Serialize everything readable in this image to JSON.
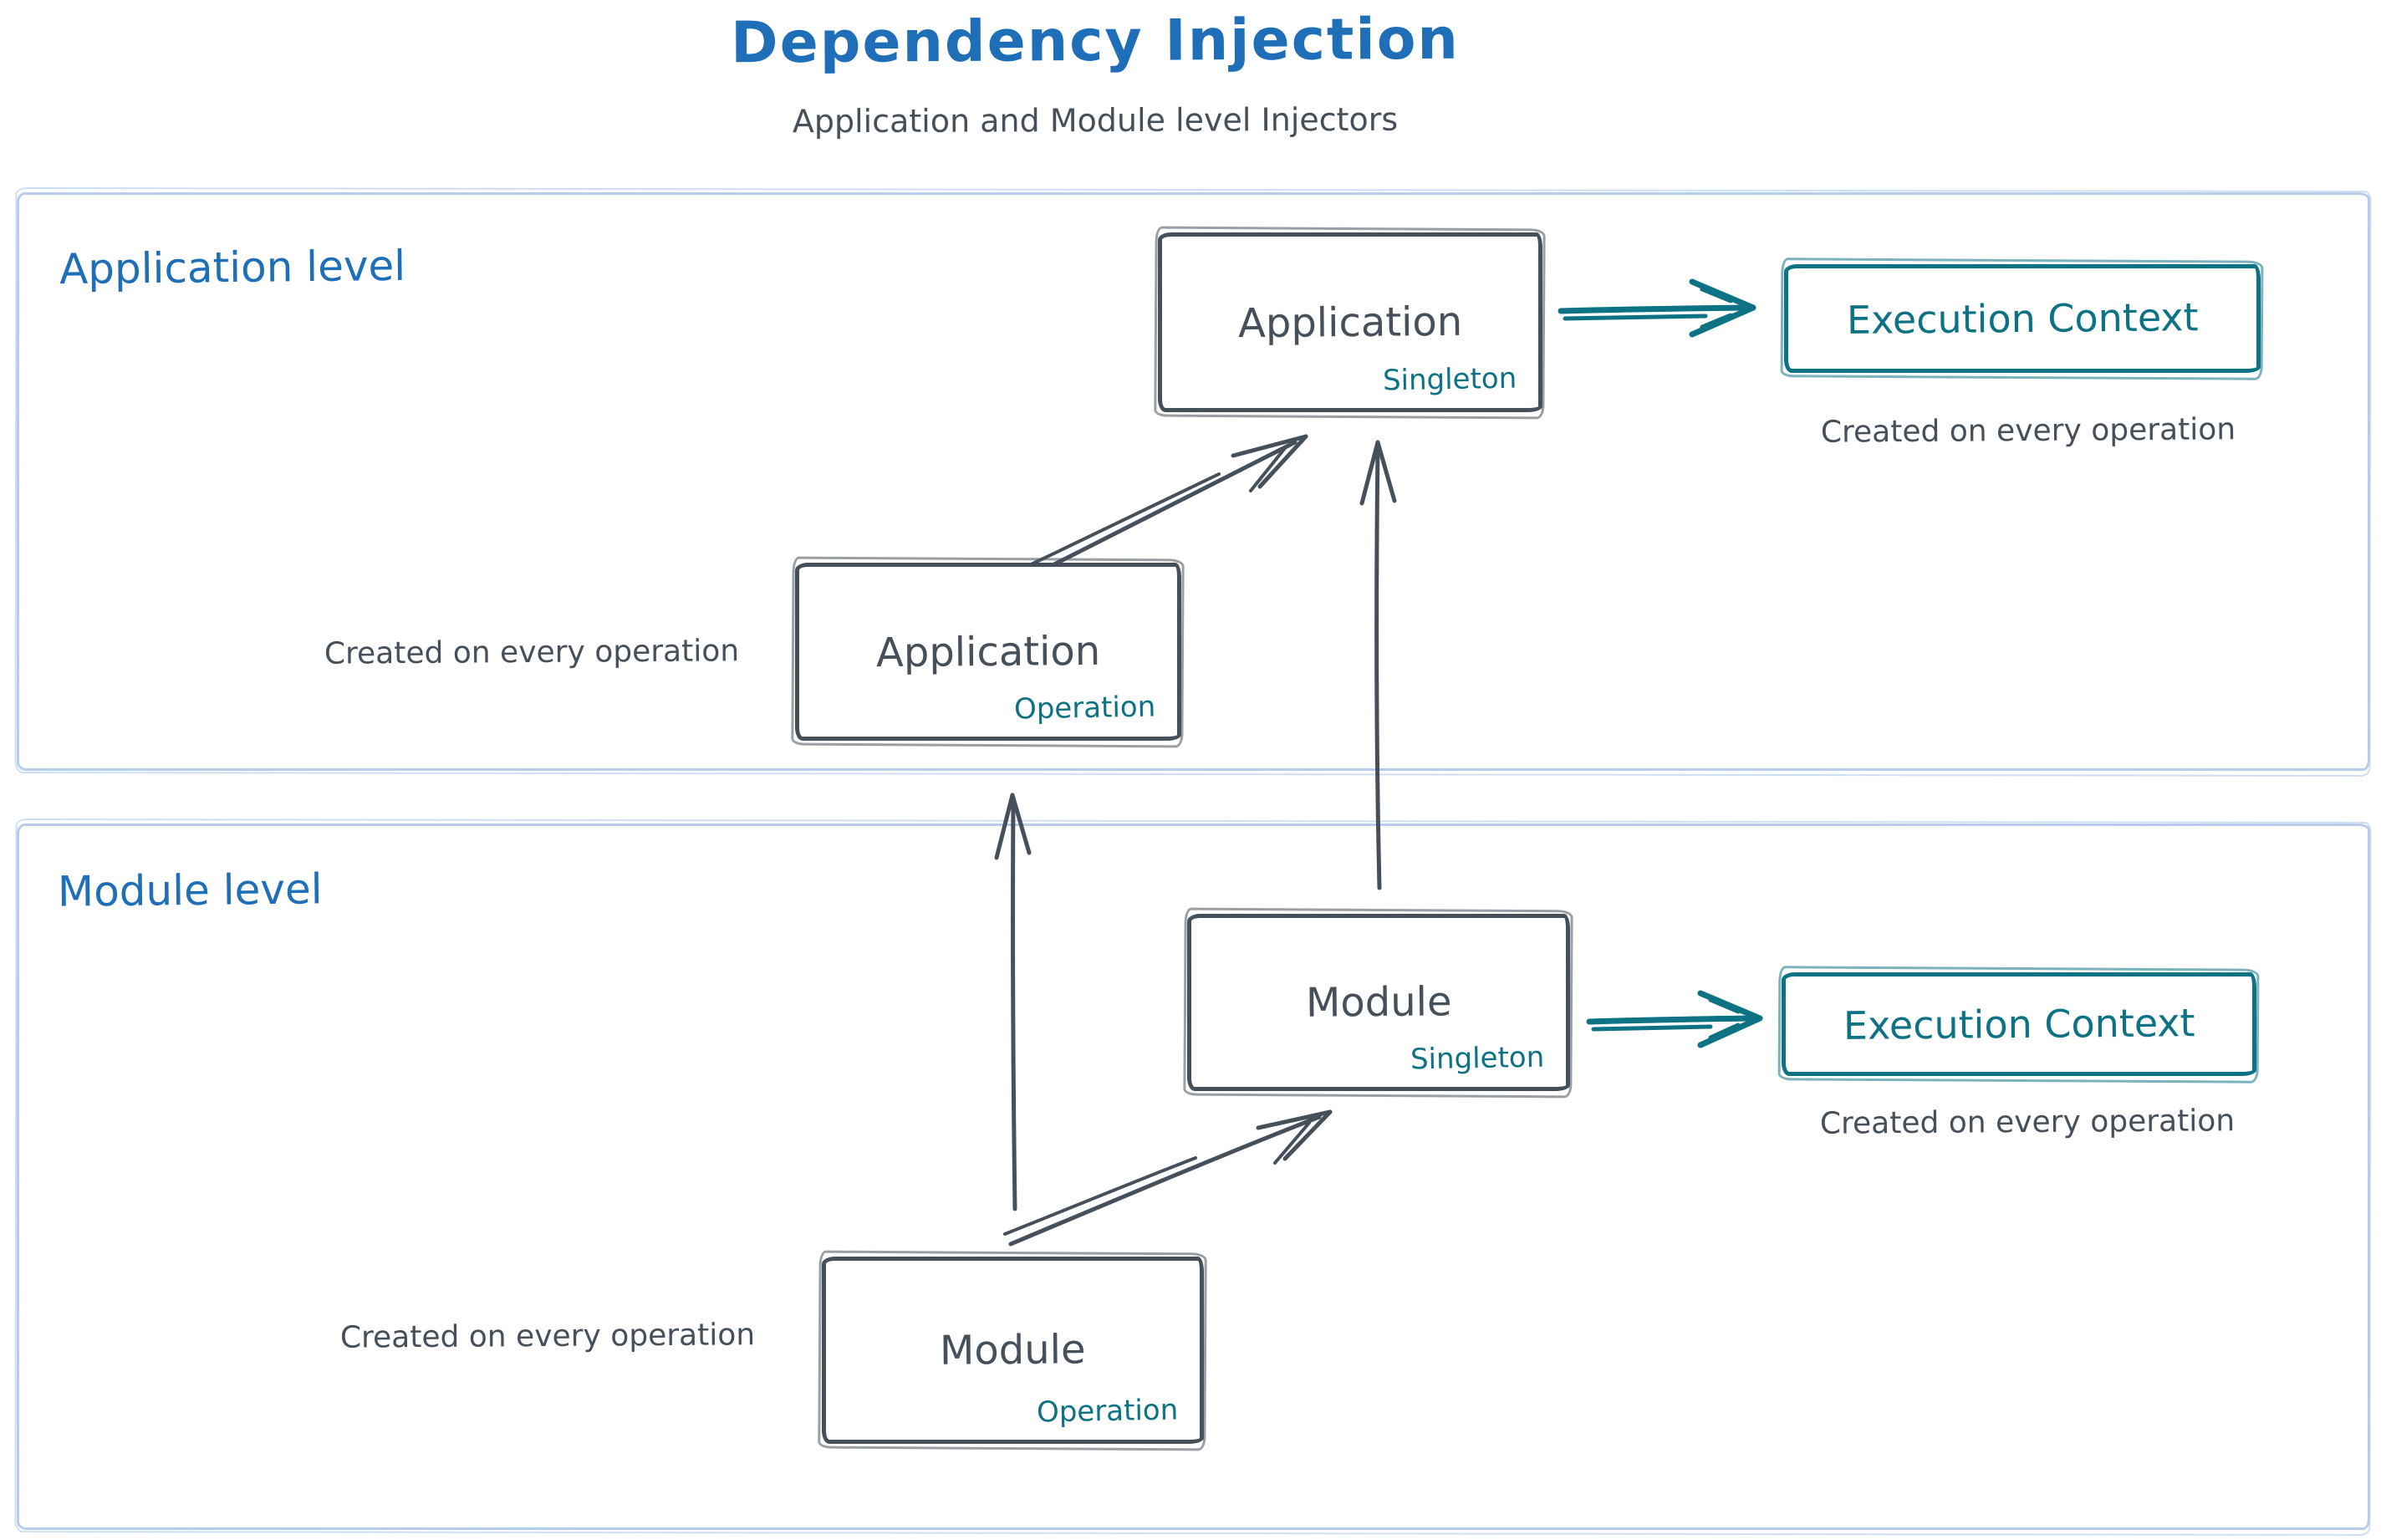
{
  "title": "Dependency Injection",
  "subtitle": "Application and Module level Injectors",
  "colors": {
    "blue": "#1e6fb8",
    "dark": "#46505b",
    "teal": "#0e7285",
    "frame": "#b7cde9",
    "background": "#ffffff"
  },
  "sections": {
    "application": {
      "label": "Application level"
    },
    "module": {
      "label": "Module level"
    }
  },
  "boxes": {
    "app_singleton": {
      "label": "Application",
      "sublabel": "Singleton"
    },
    "app_execution_context": {
      "label": "Execution Context"
    },
    "app_operation": {
      "label": "Application",
      "sublabel": "Operation"
    },
    "module_singleton": {
      "label": "Module",
      "sublabel": "Singleton"
    },
    "module_execution_context": {
      "label": "Execution Context"
    },
    "module_operation": {
      "label": "Module",
      "sublabel": "Operation"
    }
  },
  "captions": {
    "app_execution": "Created on every operation",
    "app_operation": "Created on every operation",
    "module_execution": "Created on every operation",
    "module_operation": "Created on every operation"
  },
  "edges": [
    {
      "from": "application-operation",
      "to": "application-singleton",
      "color": "dark"
    },
    {
      "from": "module-singleton",
      "to": "application-singleton",
      "color": "dark"
    },
    {
      "from": "application-singleton",
      "to": "application-execution-context",
      "color": "teal"
    },
    {
      "from": "module-operation",
      "to": "application-operation",
      "color": "dark"
    },
    {
      "from": "module-operation",
      "to": "module-singleton",
      "color": "dark"
    },
    {
      "from": "module-singleton",
      "to": "module-execution-context",
      "color": "teal"
    }
  ]
}
